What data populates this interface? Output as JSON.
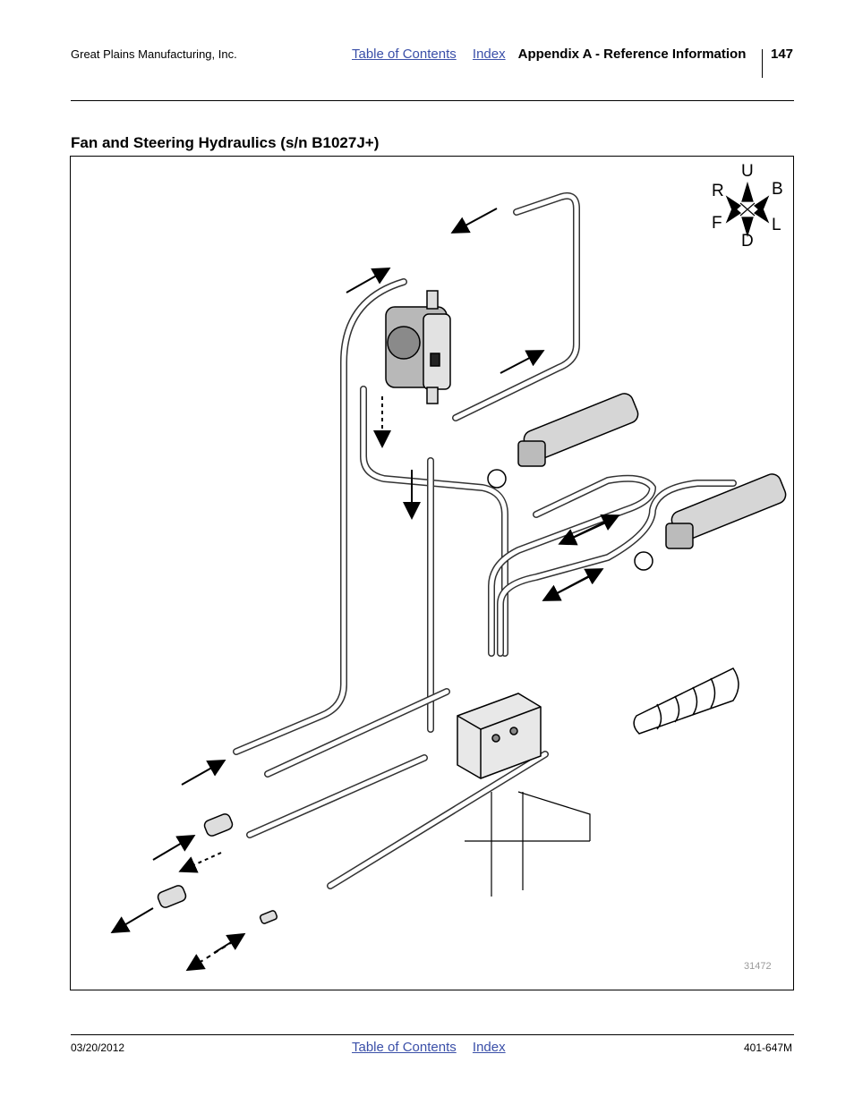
{
  "header": {
    "company": "Great Plains Manufacturing, Inc.",
    "toc_link": "Table of Contents",
    "index_link": "Index",
    "section": "Appendix A - Reference Information",
    "page_number": "147"
  },
  "section_title": "Fan and Steering Hydraulics (s/n B1027J+)",
  "figure": {
    "compass": {
      "up": "U",
      "down": "D",
      "right": "R",
      "back": "B",
      "front": "F",
      "left": "L"
    },
    "figure_number": "31472"
  },
  "footer": {
    "date": "03/20/2012",
    "toc_link": "Table of Contents",
    "index_link": "Index",
    "doc_number": "401-647M"
  }
}
